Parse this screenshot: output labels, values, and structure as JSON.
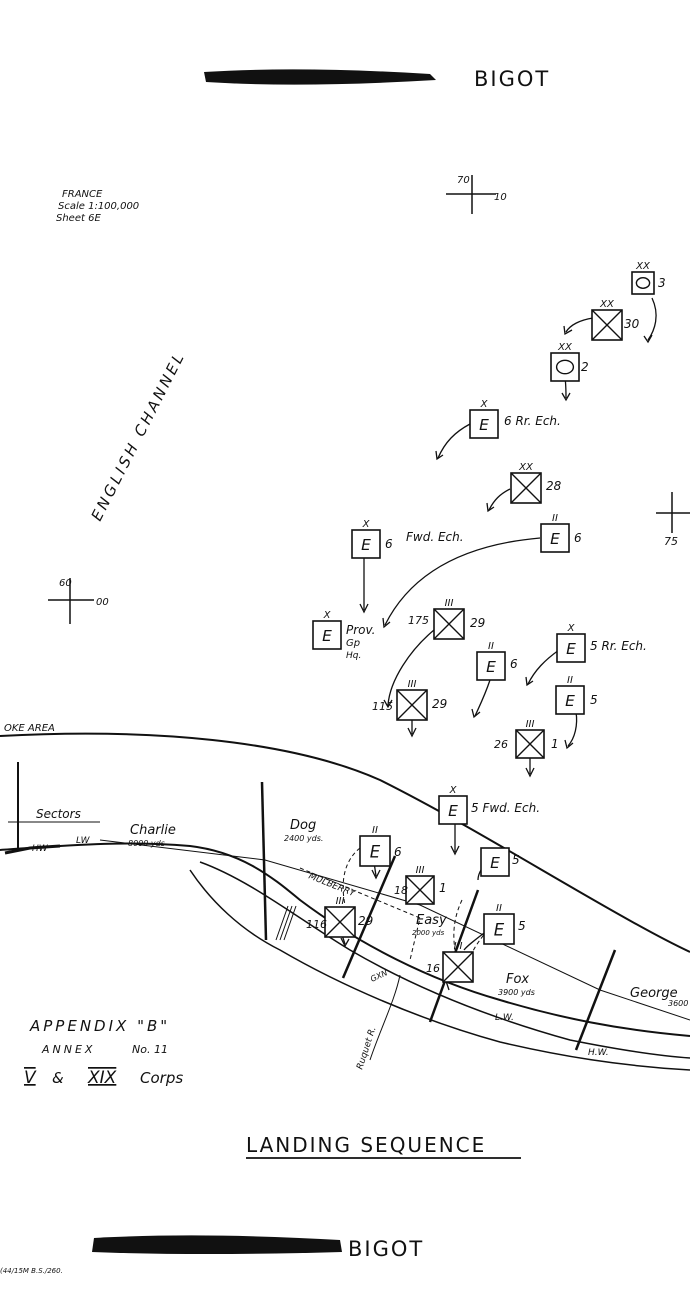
{
  "classification_top": "BIGOT",
  "classification_bottom": "BIGOT",
  "map_reference": {
    "line1": "FRANCE",
    "line2": "Scale 1:100,000",
    "line3": "Sheet 6E"
  },
  "grid_refs": {
    "top": {
      "a": "70",
      "b": "10"
    },
    "left": {
      "a": "60",
      "b": "00"
    },
    "right": {
      "a": "75"
    }
  },
  "water_label": "ENGLISH CHANNEL",
  "area_label": "OKE AREA",
  "sectors_label": "Sectors",
  "tide_labels": {
    "hw": "HW",
    "lw": "LW",
    "lw2": "L.W.",
    "hw2": "H.W."
  },
  "sectors": [
    {
      "name": "Charlie",
      "length": "8000 yds"
    },
    {
      "name": "Dog",
      "length": "2400 yds."
    },
    {
      "name": "Easy",
      "length": "2000 yds"
    },
    {
      "name": "Fox",
      "length": "3900 yds"
    },
    {
      "name": "George",
      "length": "3600"
    }
  ],
  "features": {
    "mulberry": "MULBERRY",
    "gxn": "GXN",
    "river": "Ruquet R."
  },
  "units": [
    {
      "echelon": "XX",
      "symbol": "O",
      "label": "3"
    },
    {
      "echelon": "XX",
      "symbol": "X",
      "label": "30"
    },
    {
      "echelon": "XX",
      "symbol": "O",
      "label": "2"
    },
    {
      "echelon": "X",
      "symbol": "E",
      "label": "6 Rr. Ech."
    },
    {
      "echelon": "XX",
      "symbol": "X",
      "label": "28"
    },
    {
      "echelon": "II",
      "symbol": "E",
      "label": "6"
    },
    {
      "echelon": "X",
      "symbol": "E",
      "label": "6",
      "note": "Fwd. Ech."
    },
    {
      "echelon": "X",
      "symbol": "E",
      "label": "Prov.",
      "label2": "Gp",
      "label3": "Hq."
    },
    {
      "echelon": "III",
      "symbol": "X",
      "label": "29",
      "pre": "175"
    },
    {
      "echelon": "II",
      "symbol": "E",
      "label": "6"
    },
    {
      "echelon": "X",
      "symbol": "E",
      "label": "5 Rr. Ech."
    },
    {
      "echelon": "II",
      "symbol": "E",
      "label": "5"
    },
    {
      "echelon": "III",
      "symbol": "X",
      "label": "29",
      "pre": "115"
    },
    {
      "echelon": "III",
      "symbol": "X",
      "label": "1",
      "pre": "26"
    },
    {
      "echelon": "X",
      "symbol": "E",
      "label": "5 Fwd. Ech."
    },
    {
      "echelon": "II",
      "symbol": "E",
      "label": "6"
    },
    {
      "echelon": "",
      "symbol": "E",
      "label": "5"
    },
    {
      "echelon": "III",
      "symbol": "X",
      "label": "1",
      "pre": "18"
    },
    {
      "echelon": "II",
      "symbol": "E",
      "label": "5"
    },
    {
      "echelon": "III",
      "symbol": "X",
      "label": "29",
      "pre": "116"
    },
    {
      "echelon": "III",
      "symbol": "X",
      "label": "",
      "pre": "16"
    }
  ],
  "appendix": {
    "line1": "APPENDIX \"B\"",
    "line2": "ANNEX",
    "line2b": "No. 11",
    "line3a": "V",
    "line3b": "&",
    "line3c": "XIX",
    "line3d": "Corps"
  },
  "title": "LANDING SEQUENCE",
  "footer_code": "(44/15M B.S./260."
}
